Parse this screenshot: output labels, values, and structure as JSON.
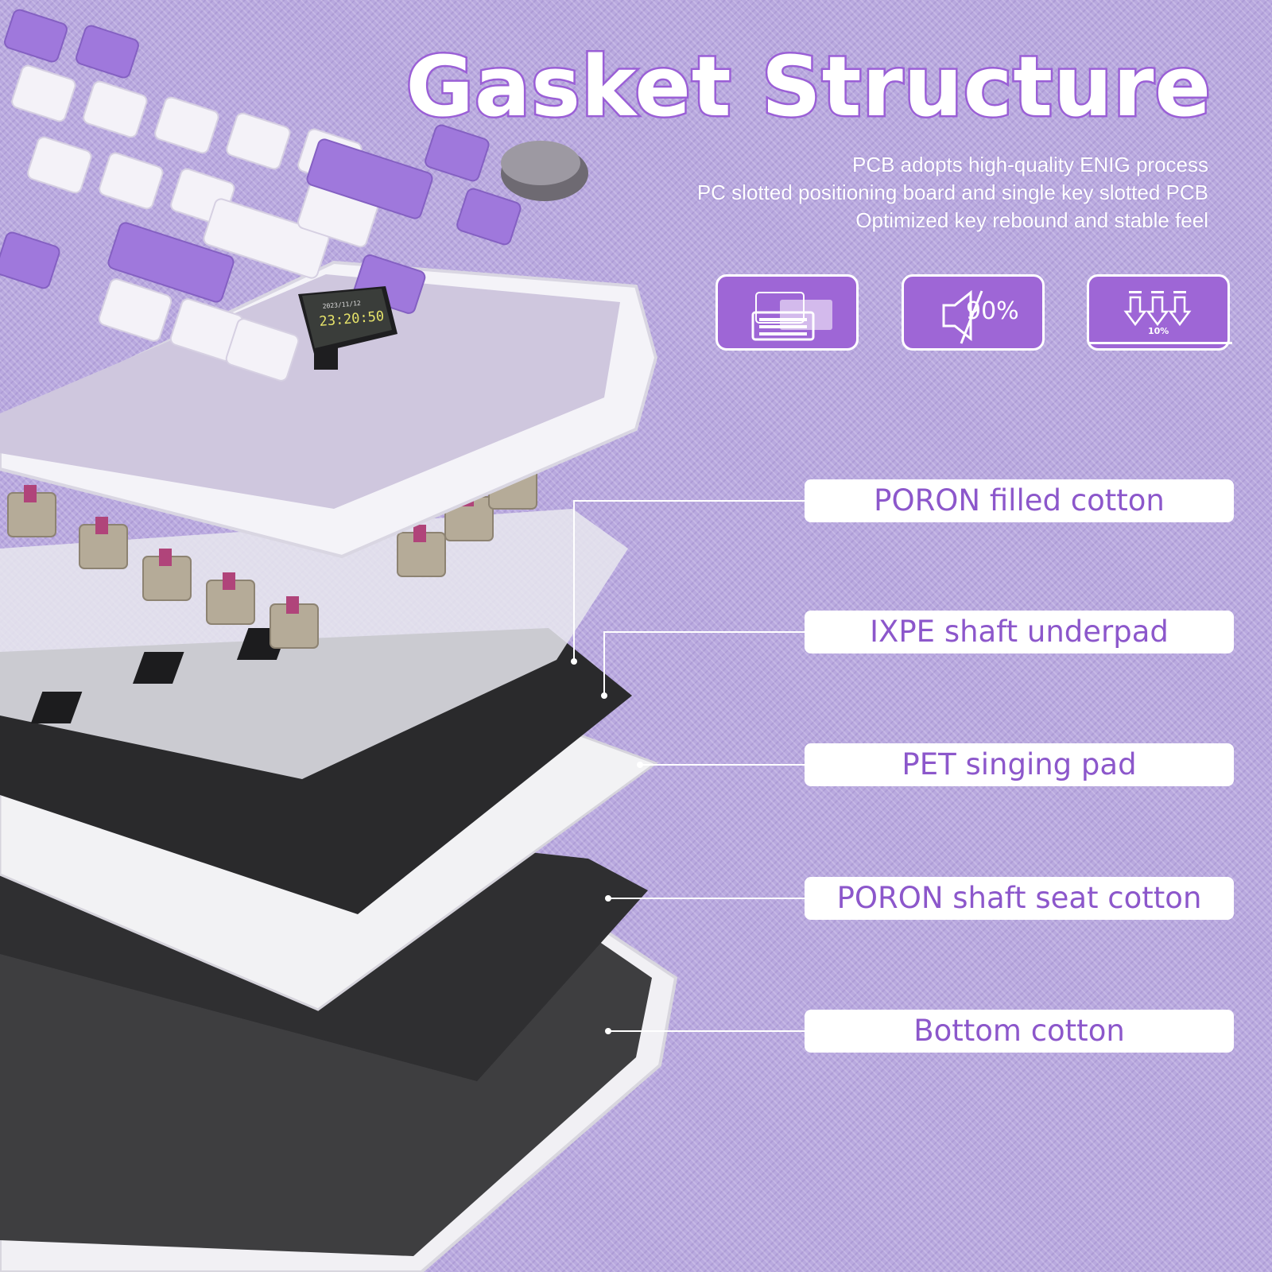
{
  "title": "Gasket Structure",
  "subtitle_lines": [
    "PCB adopts high-quality ENIG process",
    "PC slotted positioning board and single key slotted PCB",
    "Optimized key rebound and stable feel"
  ],
  "features": [
    {
      "icon": "keyboard-layers-icon"
    },
    {
      "icon": "muted-speaker-icon",
      "text": "90%"
    },
    {
      "icon": "down-arrows-icon",
      "text": "10%"
    }
  ],
  "layers": [
    "PORON filled cotton",
    "IXPE shaft underpad",
    "PET singing pad",
    "PORON shaft seat cotton",
    "Bottom cotton"
  ],
  "screen": {
    "date": "2023/11/12",
    "time": "23:20:50"
  },
  "colors": {
    "accent": "#9e66d6",
    "label_text": "#8c57cb",
    "background": "#b9a9df",
    "key_purple": "#9f78dc",
    "key_white": "#f4f2f8"
  }
}
